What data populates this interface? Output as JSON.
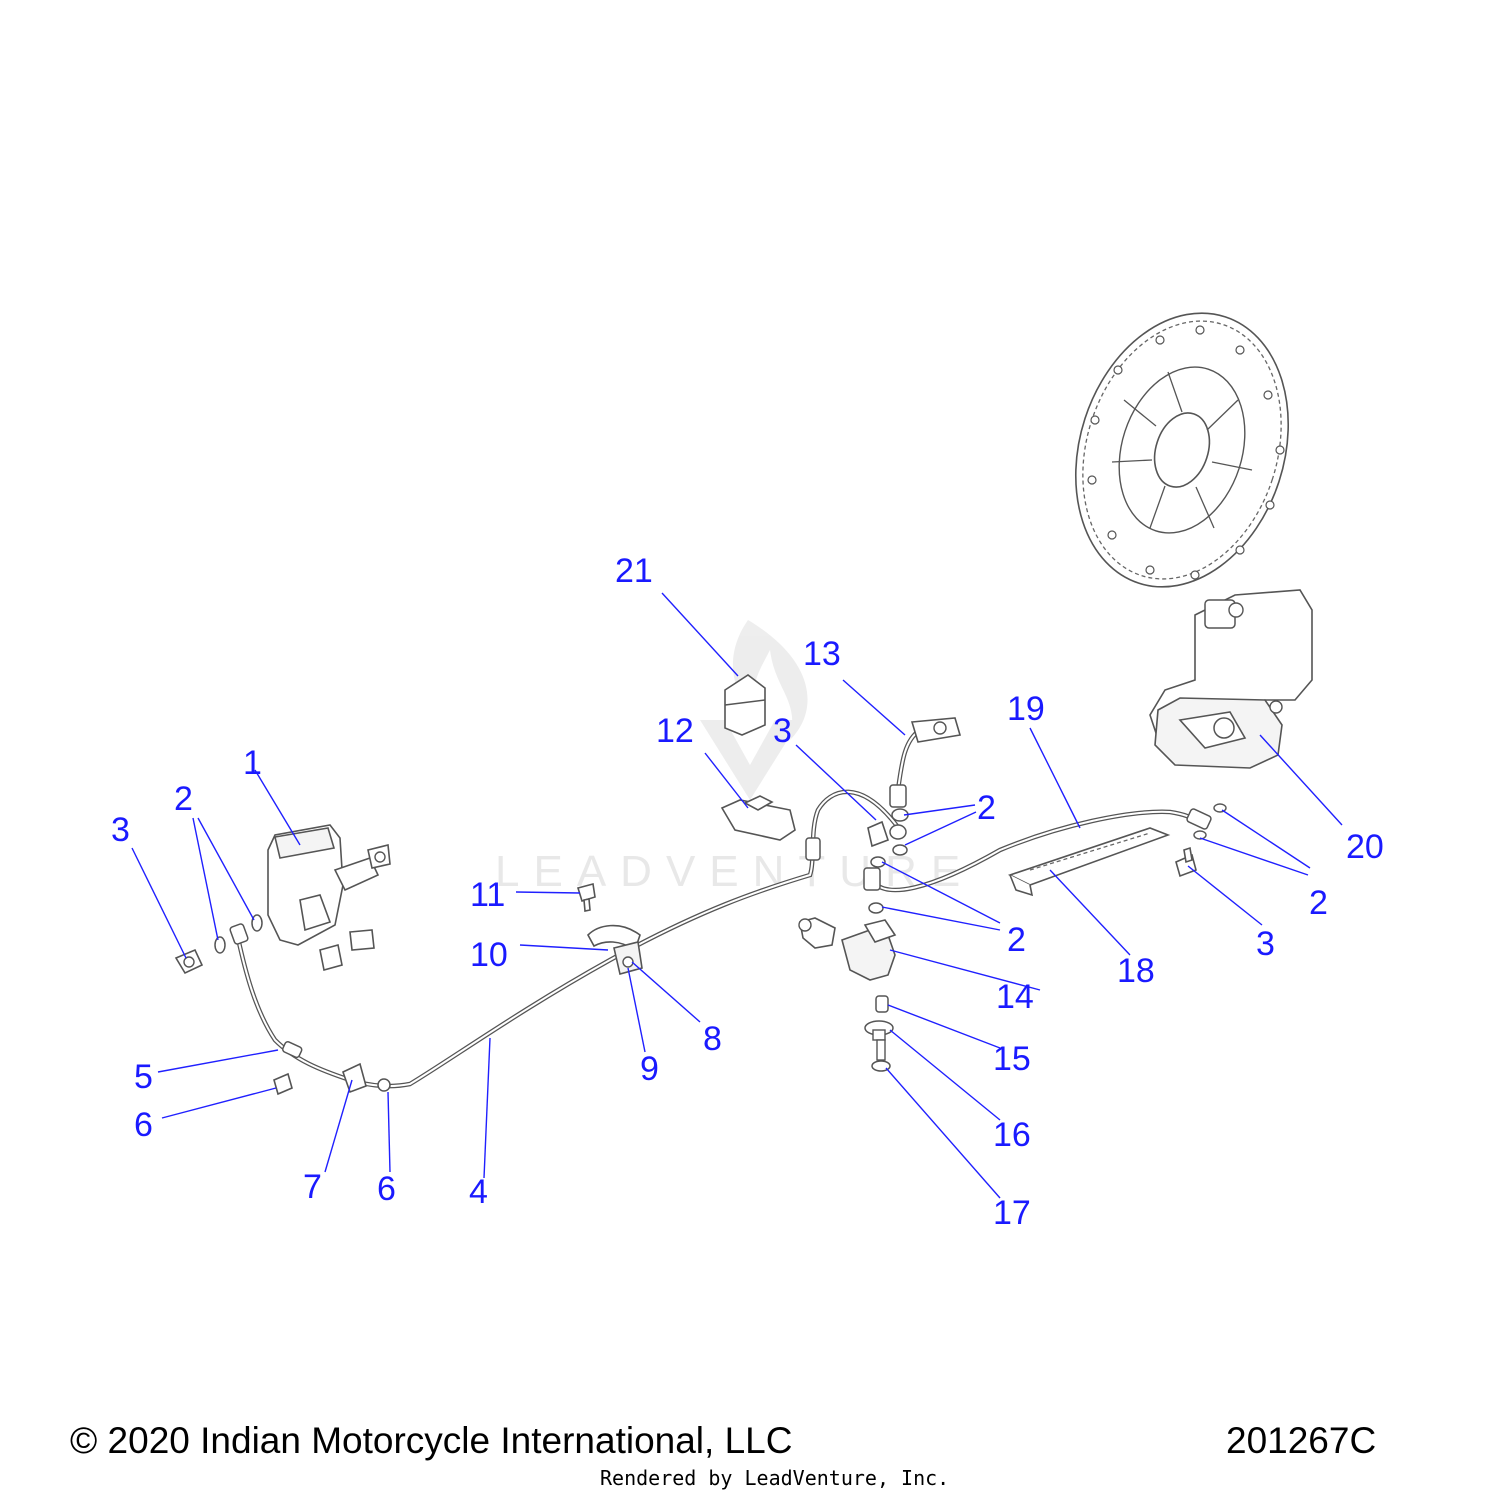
{
  "diagram": {
    "watermark": "LEADVENTURE",
    "callouts": [
      "1",
      "2",
      "3",
      "4",
      "5",
      "6",
      "7",
      "8",
      "9",
      "10",
      "11",
      "12",
      "13",
      "14",
      "15",
      "16",
      "17",
      "18",
      "19",
      "20",
      "21"
    ],
    "components": [
      "rear-master-cylinder",
      "crush-washer",
      "banjo-bolt",
      "brake-line",
      "rear-brake-hose",
      "flange-bolt",
      "line-clip",
      "clamp",
      "retainer",
      "cushion",
      "screw",
      "abs-bracket",
      "brake-hose",
      "abs-module",
      "spacer",
      "grommet",
      "bolt",
      "heat-shield",
      "caliper-hose",
      "rear-caliper",
      "abs-ecu"
    ]
  },
  "footer": {
    "copyright": "© 2020 Indian Motorcycle International, LLC",
    "diagram_id": "201267C",
    "rendered_by": "Rendered by LeadVenture, Inc."
  }
}
